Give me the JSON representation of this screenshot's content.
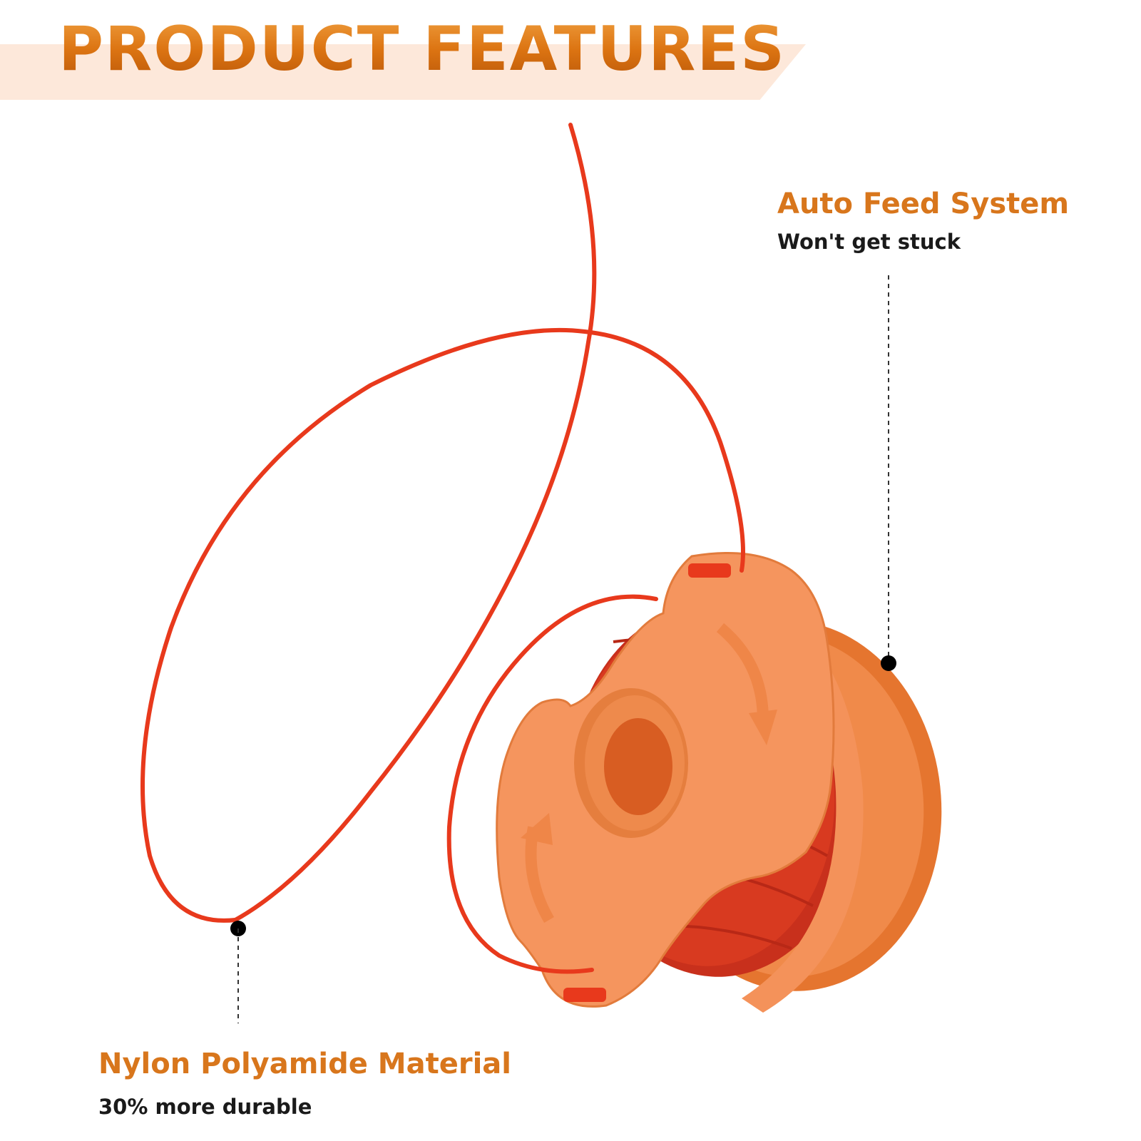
{
  "header": {
    "title": "PRODUCT FEATURES"
  },
  "features": {
    "auto_feed": {
      "title": "Auto Feed System",
      "subtitle": "Won't get stuck"
    },
    "nylon": {
      "title": "Nylon Polyamide Material",
      "subtitle": "30% more durable"
    }
  },
  "colors": {
    "title_orange": "#dc7412",
    "banner_peach": "#fde8da",
    "spool_orange": "#f4925a",
    "line_red": "#e8391c",
    "text_black": "#1a1a1a"
  },
  "image": {
    "subject": "trimmer-line-spool"
  }
}
